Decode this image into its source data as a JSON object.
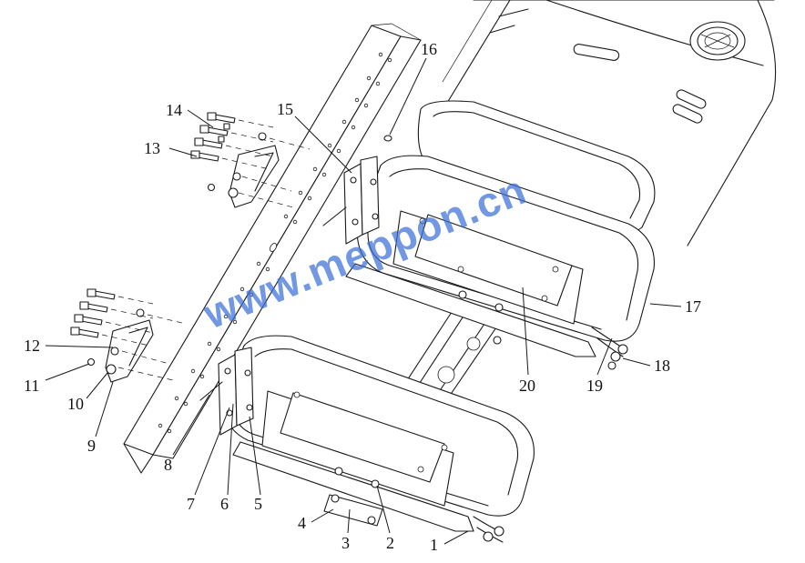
{
  "diagram": {
    "callouts": [
      "1",
      "2",
      "3",
      "4",
      "5",
      "6",
      "7",
      "8",
      "9",
      "10",
      "11",
      "12",
      "13",
      "14",
      "15",
      "16",
      "17",
      "18",
      "19",
      "20"
    ],
    "watermark": "www.meppon.cn"
  }
}
